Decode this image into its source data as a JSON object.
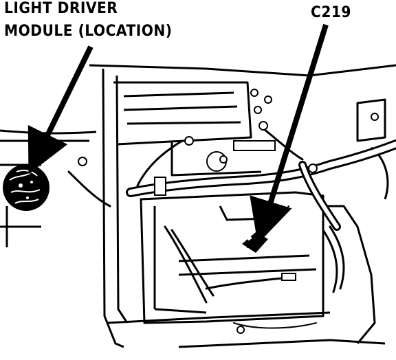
{
  "callouts": {
    "module_line1": "LIGHT DRIVER",
    "module_line2": "MODULE (LOCATION)",
    "connector": "C219"
  },
  "colors": {
    "ink": "#000000",
    "paper": "#ffffff"
  }
}
